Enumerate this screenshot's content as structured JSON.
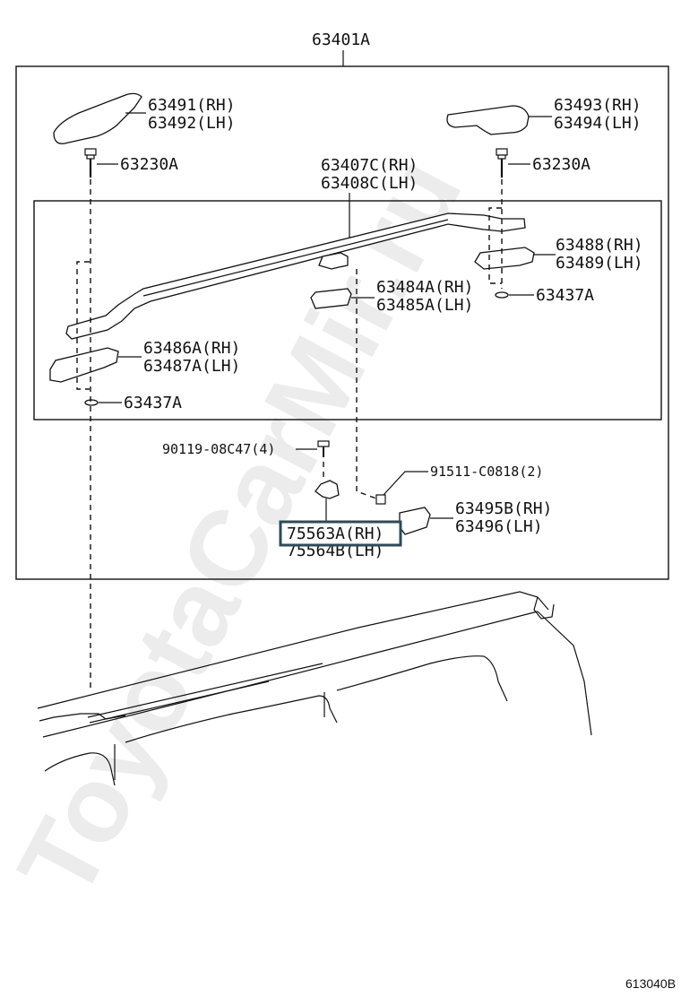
{
  "assembly_label": "63401A",
  "labels": {
    "front_cover_rh": "63491(RH)",
    "front_cover_lh": "63492(LH)",
    "rear_cover_rh": "63493(RH)",
    "rear_cover_lh": "63494(LH)",
    "bolt_left": "63230A",
    "bolt_right": "63230A",
    "rail_rh": "63407C(RH)",
    "rail_lh": "63408C(LH)",
    "rear_support_rh": "63488(RH)",
    "rear_support_lh": "63489(LH)",
    "center_support_rh": "63484A(RH)",
    "center_support_lh": "63485A(LH)",
    "washer_right": "63437A",
    "front_support_rh": "63486A(RH)",
    "front_support_lh": "63487A(LH)",
    "washer_left": "63437A",
    "screw": "90119-08C47(4)",
    "bolt_small": "91511-C0818(2)",
    "end_cover_rh": "63495B(RH)",
    "end_cover_lh": "63496(LH)",
    "bracket_rh": "75563A(RH)",
    "bracket_lh": "75564B(LH)"
  },
  "highlighted_part": "75563A(RH)",
  "diagram_code": "613040B",
  "watermark": "ToyotaCarMir.ru",
  "colors": {
    "line": "#111111",
    "highlight_box": "#2f4a55",
    "background": "#ffffff"
  }
}
